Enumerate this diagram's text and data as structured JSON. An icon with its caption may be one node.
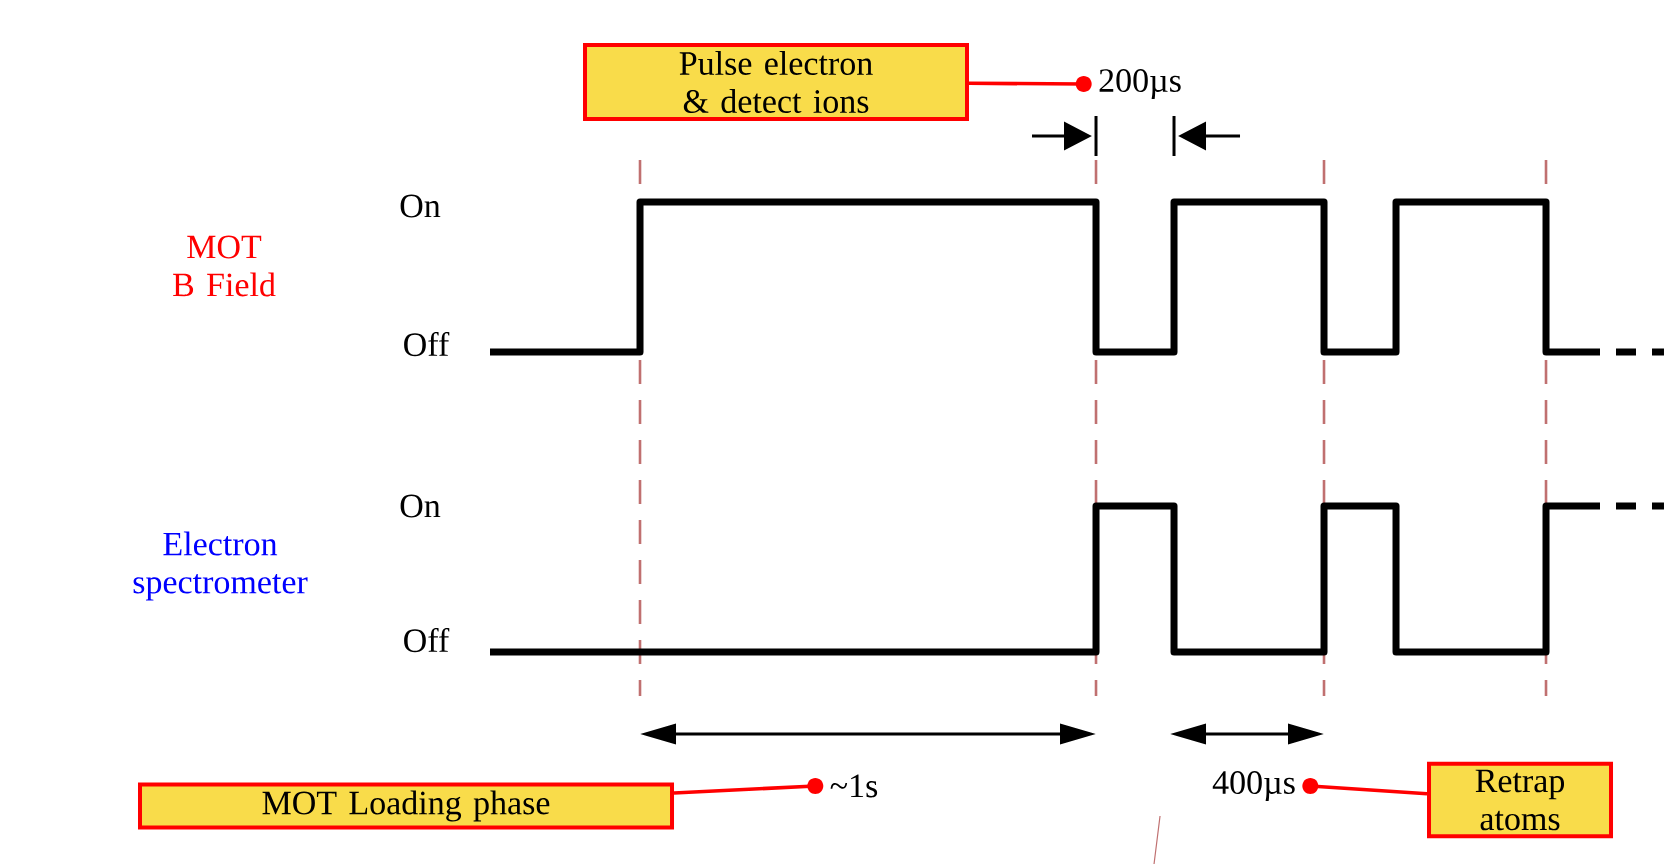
{
  "diagram": {
    "nodes": [
      {
        "text": [
          "Pulse electron & detect ions"
        ]
      },
      {
        "text": [
          "200µs"
        ]
      },
      {
        "text": [
          "MOT Loading phase"
        ]
      },
      {
        "text": [
          "~1s"
        ]
      },
      {
        "text": [
          "400µs"
        ]
      },
      {
        "text": [
          "Retrap atoms"
        ]
      }
    ],
    "edges": [
      {
        "from": 0,
        "to": 1,
        "arrow": "other"
      },
      {
        "from": 2,
        "to": 3,
        "arrow": "other"
      },
      {
        "from": 5,
        "to": 4,
        "arrow": "other"
      }
    ],
    "labels": [
      "MOT B Field",
      "On",
      "Off",
      "Electron spectrometer",
      "On",
      "Off"
    ]
  }
}
